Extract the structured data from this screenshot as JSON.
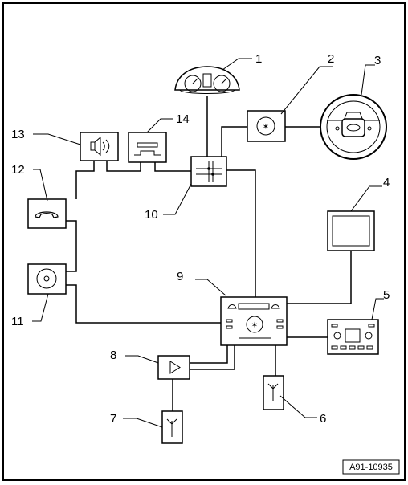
{
  "diagram": {
    "callouts": [
      {
        "id": "1",
        "text": "1"
      },
      {
        "id": "2",
        "text": "2"
      },
      {
        "id": "3",
        "text": "3"
      },
      {
        "id": "4",
        "text": "4"
      },
      {
        "id": "5",
        "text": "5"
      },
      {
        "id": "6",
        "text": "6"
      },
      {
        "id": "7",
        "text": "7"
      },
      {
        "id": "8",
        "text": "8"
      },
      {
        "id": "9",
        "text": "9"
      },
      {
        "id": "10",
        "text": "10"
      },
      {
        "id": "11",
        "text": "11"
      },
      {
        "id": "12",
        "text": "12"
      },
      {
        "id": "13",
        "text": "13"
      },
      {
        "id": "14",
        "text": "14"
      }
    ],
    "reference_code": "A91-10935"
  }
}
